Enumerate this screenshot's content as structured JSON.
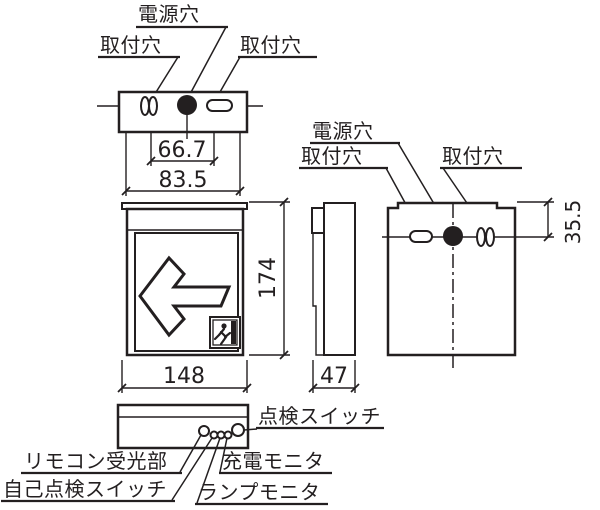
{
  "colors": {
    "line": "#231f20",
    "background": "#ffffff"
  },
  "top_view": {
    "power_hole_label": "電源穴",
    "mount_hole_left_label": "取付穴",
    "mount_hole_right_label": "取付穴",
    "dim_inner": "66.7",
    "dim_outer": "83.5"
  },
  "front_view": {
    "dim_height": "174",
    "dim_width": "148"
  },
  "side_view": {
    "dim_depth": "47"
  },
  "rear_view": {
    "power_hole_label": "電源穴",
    "mount_hole_left_label": "取付穴",
    "mount_hole_right_label": "取付穴",
    "dim_hole_offset": "35.5"
  },
  "bottom_view": {
    "inspection_switch_label": "点検スイッチ",
    "remote_receiver_label": "リモコン受光部",
    "charge_monitor_label": "充電モニタ",
    "self_test_switch_label": "自己点検スイッチ",
    "lamp_monitor_label": "ランプモニタ"
  }
}
